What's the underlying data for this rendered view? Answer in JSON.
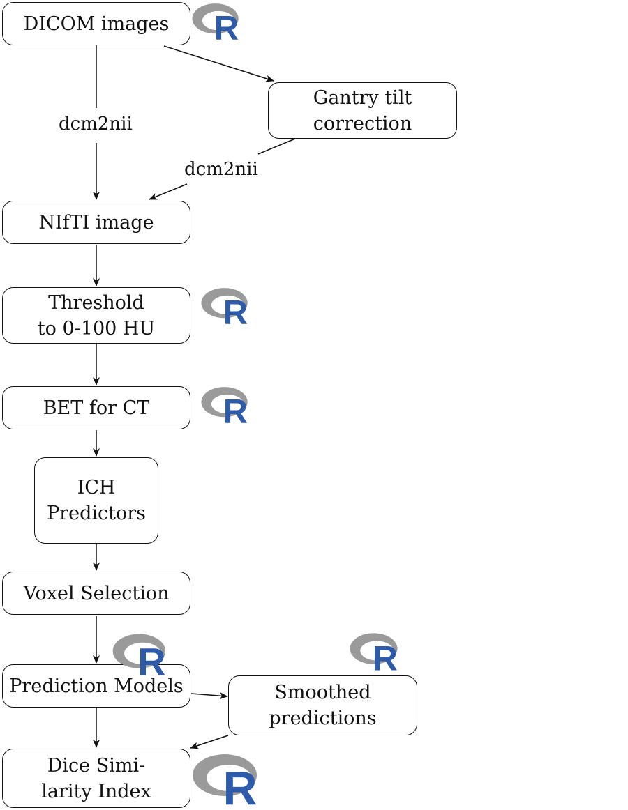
{
  "nodes": {
    "dicom": "DICOM images",
    "gantry": "Gantry tilt\ncorrection",
    "nifti": "NIfTI image",
    "threshold": "Threshold\nto 0-100 HU",
    "bet": "BET for CT",
    "ich": "ICH\nPredictors",
    "voxel": "Voxel Selection",
    "prediction": "Prediction Models",
    "smoothed": "Smoothed\npredictions",
    "dice": "Dice Simi-\nlarity Index"
  },
  "edge_labels": {
    "dicom_to_nifti": "dcm2nii",
    "gantry_to_nifti": "dcm2nii"
  },
  "logo": {
    "letter": "R",
    "ring_color": "#9a9a9a",
    "letter_color": "#2d5aa9"
  }
}
